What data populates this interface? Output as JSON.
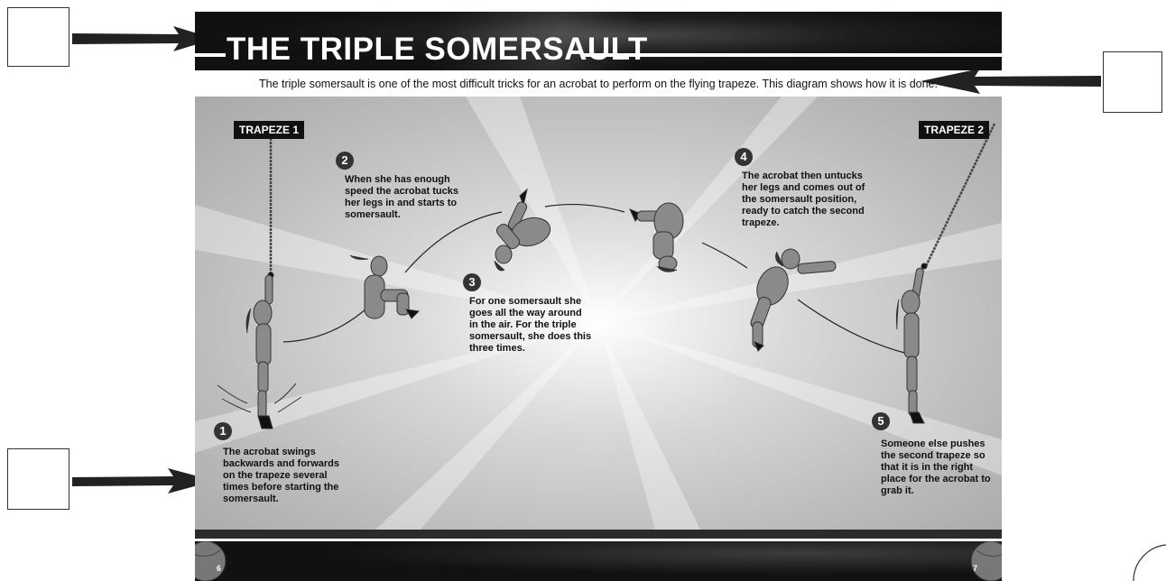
{
  "header": {
    "title": "THE TRIPLE SOMERSAULT"
  },
  "subtitle": "The triple somersault is one  of the most difficult tricks for an acrobat to perform on the flying trapeze. This diagram shows how it is done.",
  "trapezes": {
    "left": "TRAPEZE 1",
    "right": "TRAPEZE 2"
  },
  "steps": [
    {
      "num": "1",
      "text": "The acrobat swings backwards and forwards on the trapeze several times before starting the somersault."
    },
    {
      "num": "2",
      "text": "When she has enough speed the acrobat tucks her legs in and starts to somersault."
    },
    {
      "num": "3",
      "text": "For one somersault she goes all the way around in the air. For the triple somersault, she does this three times."
    },
    {
      "num": "4",
      "text": "The acrobat then untucks her legs and comes out of the somersault position, ready to catch the second trapeze."
    },
    {
      "num": "5",
      "text": "Someone else pushes the second trapeze so that it is in the right place for the acrobat to grab it."
    }
  ],
  "footer": {
    "page_left": "6",
    "page_right": "7"
  },
  "colors": {
    "header_bg": "#111111",
    "stage_light": "#ffffff",
    "stage_dark": "#a9a9a9",
    "figure": "#8a8a8a"
  }
}
